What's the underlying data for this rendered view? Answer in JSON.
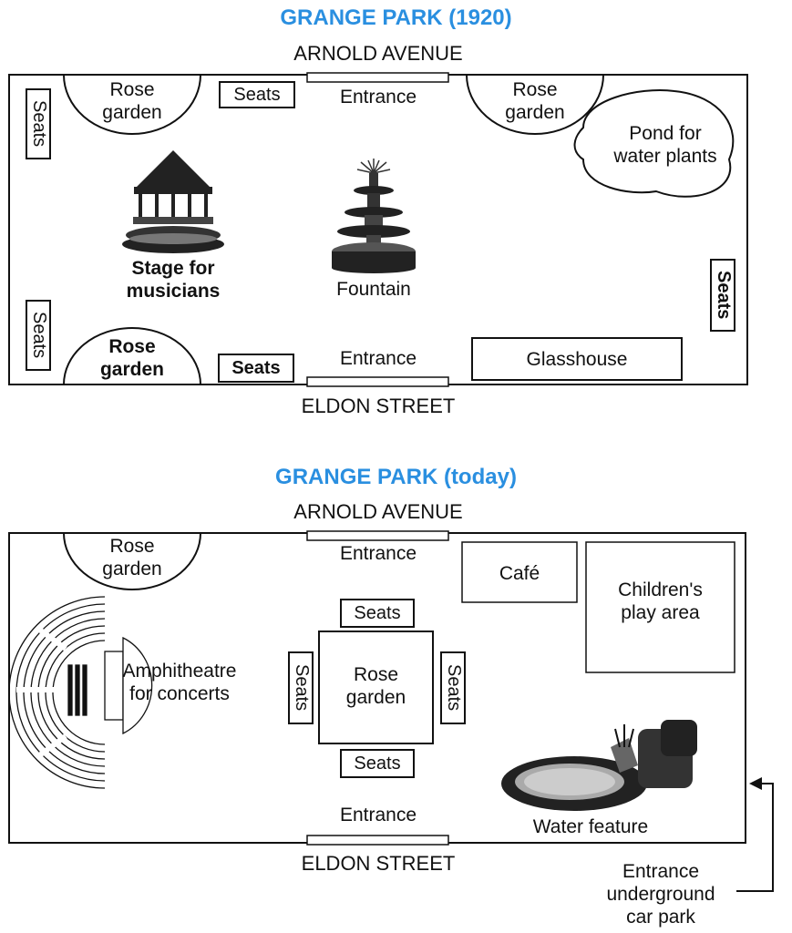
{
  "map1920": {
    "title": "GRANGE PARK (1920)",
    "street_top": "ARNOLD AVENUE",
    "street_bottom": "ELDON STREET",
    "entrance_top": "Entrance",
    "entrance_bottom": "Entrance",
    "rose_tl": "Rose\ngarden",
    "rose_tr": "Rose\ngarden",
    "rose_bl": "Rose\ngarden",
    "seats_top": "Seats",
    "seats_bottom": "Seats",
    "seats_left_top": "Seats",
    "seats_left_bottom": "Seats",
    "seats_right": "Seats",
    "pond": "Pond for\nwater plants",
    "stage": "Stage for\nmusicians",
    "fountain": "Fountain",
    "glasshouse": "Glasshouse"
  },
  "map_today": {
    "title": "GRANGE PARK (today)",
    "street_top": "ARNOLD AVENUE",
    "street_bottom": "ELDON STREET",
    "entrance_top": "Entrance",
    "entrance_bottom": "Entrance",
    "rose_tl": "Rose\ngarden",
    "rose_center": "Rose\ngarden",
    "cafe": "Café",
    "play_area": "Children's\nplay area",
    "amphitheatre": "Amphitheatre\nfor concerts",
    "seats_top": "Seats",
    "seats_bottom": "Seats",
    "seats_left": "Seats",
    "seats_right": "Seats",
    "water_feature": "Water feature",
    "car_park": "Entrance\nunderground\ncar park"
  }
}
